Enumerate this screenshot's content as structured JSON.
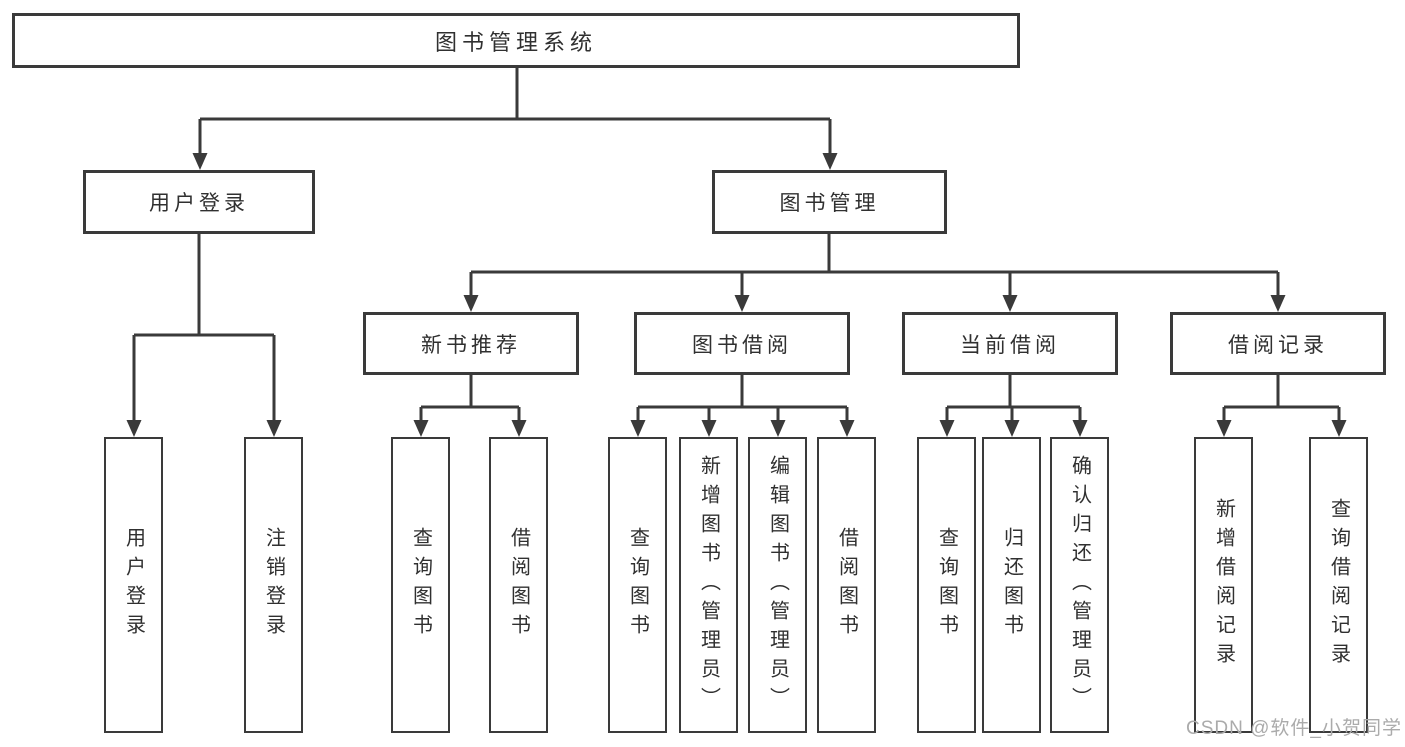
{
  "diagram": {
    "root": {
      "label": "图书管理系统"
    },
    "level2": [
      {
        "label": "用户登录"
      },
      {
        "label": "图书管理"
      }
    ],
    "level3": [
      {
        "label": "新书推荐"
      },
      {
        "label": "图书借阅"
      },
      {
        "label": "当前借阅"
      },
      {
        "label": "借阅记录"
      }
    ],
    "leaves": [
      {
        "label": "用户登录"
      },
      {
        "label": "注销登录"
      },
      {
        "label": "查询图书"
      },
      {
        "label": "借阅图书"
      },
      {
        "label": "查询图书"
      },
      {
        "label": "新增图书（管理员）"
      },
      {
        "label": "编辑图书（管理员）"
      },
      {
        "label": "借阅图书"
      },
      {
        "label": "查询图书"
      },
      {
        "label": "归还图书"
      },
      {
        "label": "确认归还（管理员）"
      },
      {
        "label": "新增借阅记录"
      },
      {
        "label": "查询借阅记录"
      }
    ],
    "line_color": "#3a3a3a",
    "text_color": "#303030",
    "background_color": "#ffffff"
  },
  "watermark": {
    "text": "CSDN @软件_小贺同学",
    "color": "#ababab"
  }
}
